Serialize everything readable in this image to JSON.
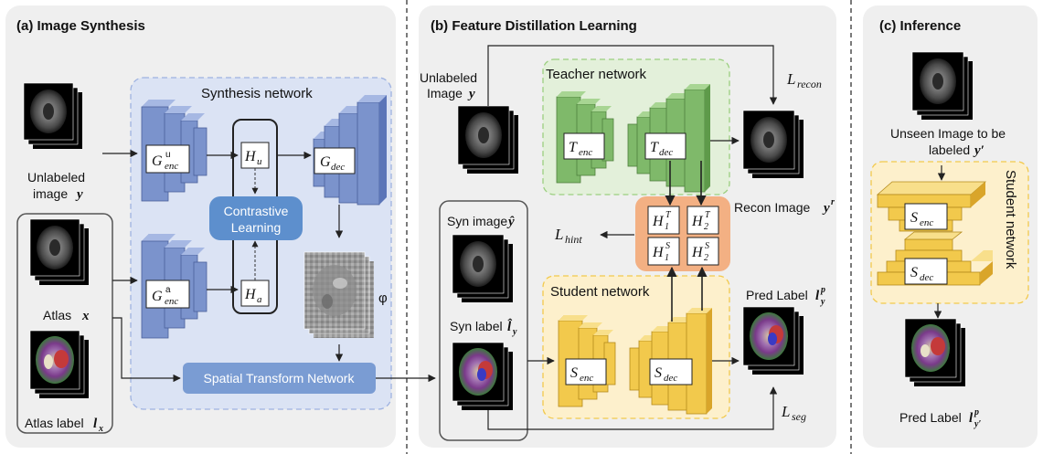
{
  "panel_a": {
    "title": "(a) Image Synthesis",
    "synthesis_network": "Synthesis network",
    "unlabeled_image_line1": "Unlabeled",
    "unlabeled_image_line2": "image",
    "unlabeled_image_var": "y",
    "atlas_label": "Atlas",
    "atlas_var": "x",
    "atlas_label_label": "Atlas label",
    "atlas_label_var": "l",
    "atlas_label_sub": "x",
    "g_enc": "G",
    "g_enc_sub": "enc",
    "g_enc_u_sup": "u",
    "g_enc_a_sup": "a",
    "g_dec": "G",
    "g_dec_sub": "dec",
    "h": "H",
    "h_u_sub": "u",
    "h_a_sub": "a",
    "contrastive_line1": "Contrastive",
    "contrastive_line2": "Learning",
    "phi": "φ",
    "stn": "Spatial Transform Network"
  },
  "panel_b": {
    "title": "(b) Feature Distillation Learning",
    "unlabeled_line1": "Unlabeled",
    "unlabeled_line2": "Image",
    "unlabeled_var": "y",
    "teacher_network": "Teacher network",
    "student_network": "Student network",
    "t": "T",
    "s": "S",
    "enc": "enc",
    "dec": "dec",
    "l": "L",
    "recon_sub": "recon",
    "hint_sub": "hint",
    "seg_sub": "seg",
    "recon_image": "Recon Image",
    "recon_var": "y",
    "recon_sup": "r",
    "syn_image": "Syn image",
    "syn_image_var": "ŷ",
    "syn_label": "Syn label",
    "syn_label_var": "l̂",
    "syn_label_sub": "y",
    "pred_label": "Pred Label",
    "pred_var": "l",
    "pred_sup": "p",
    "pred_sub": "y",
    "h": "H",
    "h1_t_sub": "1",
    "h1_t_sup": "T",
    "h2_t_sub": "2",
    "h2_t_sup": "T",
    "h1_s_sub": "1",
    "h1_s_sup": "S",
    "h2_s_sub": "2",
    "h2_s_sup": "S"
  },
  "panel_c": {
    "title": "(c) Inference",
    "unseen_line1": "Unseen Image to be",
    "unseen_line2": "labeled",
    "unseen_var": "y′",
    "student_network": "Student network",
    "s": "S",
    "enc": "enc",
    "dec": "dec",
    "pred_label": "Pred Label",
    "pred_var": "l",
    "pred_sup": "p",
    "pred_sub": "y′"
  },
  "colors": {
    "panel_bg": "#efefef",
    "synthesis_bg": "#dbe3f4",
    "teacher_bg": "#e3f0da",
    "student_bg": "#fdf0cc",
    "encoder_blue": "#7b93cc",
    "teacher_green": "#7fb96a",
    "student_yellow": "#f2c94c",
    "contrastive": "#5d8fcd",
    "stn": "#7a9cd3",
    "hint_box": "#f3b083"
  }
}
